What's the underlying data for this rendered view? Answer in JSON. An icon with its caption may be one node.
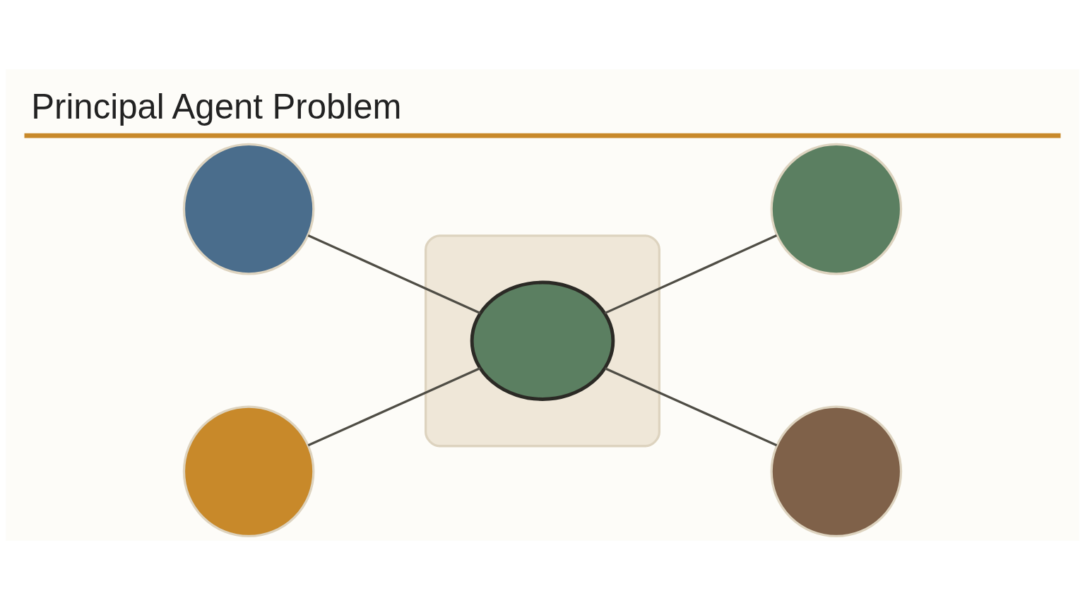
{
  "diagram": {
    "title": "Principal Agent Problem",
    "nodes": [
      {
        "text": [],
        "shape": "circle"
      },
      {
        "text": [],
        "shape": "circle"
      },
      {
        "text": [],
        "shape": "box"
      },
      {
        "text": [],
        "shape": "ellipse",
        "in": 2
      },
      {
        "text": [],
        "shape": "circle"
      },
      {
        "text": [],
        "shape": "circle"
      }
    ],
    "edges": [
      {
        "from": 0,
        "to": 3,
        "arrow": "none"
      },
      {
        "from": 3,
        "to": 1,
        "arrow": "none"
      },
      {
        "from": 4,
        "to": 3,
        "arrow": "none"
      },
      {
        "from": 3,
        "to": 5,
        "arrow": "none"
      }
    ]
  }
}
